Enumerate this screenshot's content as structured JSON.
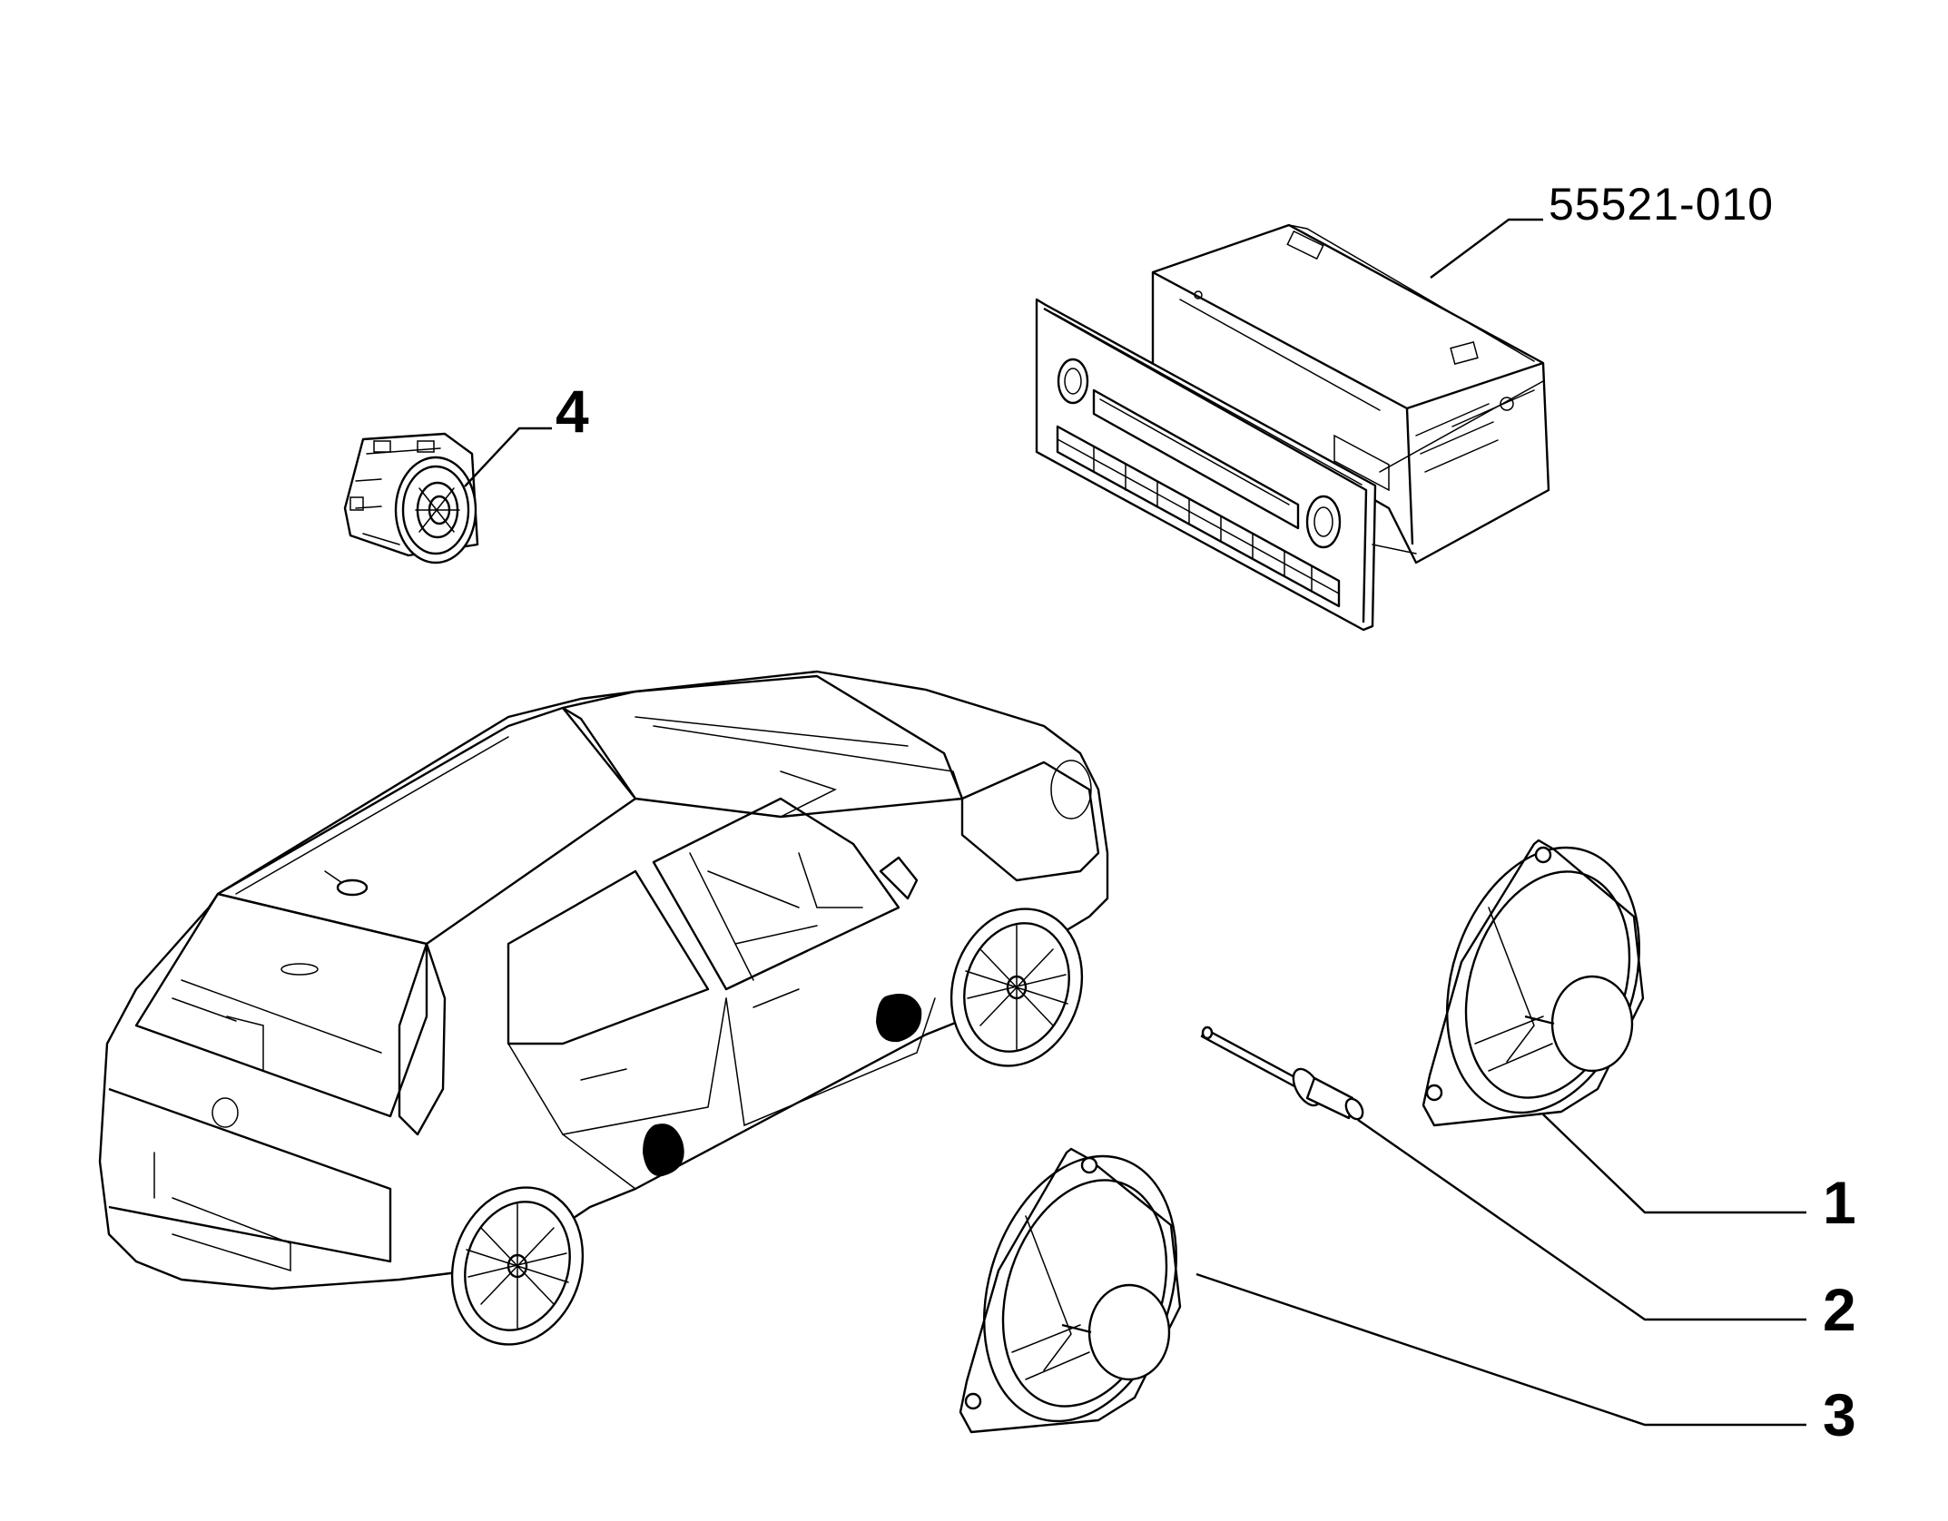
{
  "labels": {
    "radio_part_number": "55521-010",
    "callout_1": "1",
    "callout_2": "2",
    "callout_3": "3",
    "callout_4": "4"
  }
}
